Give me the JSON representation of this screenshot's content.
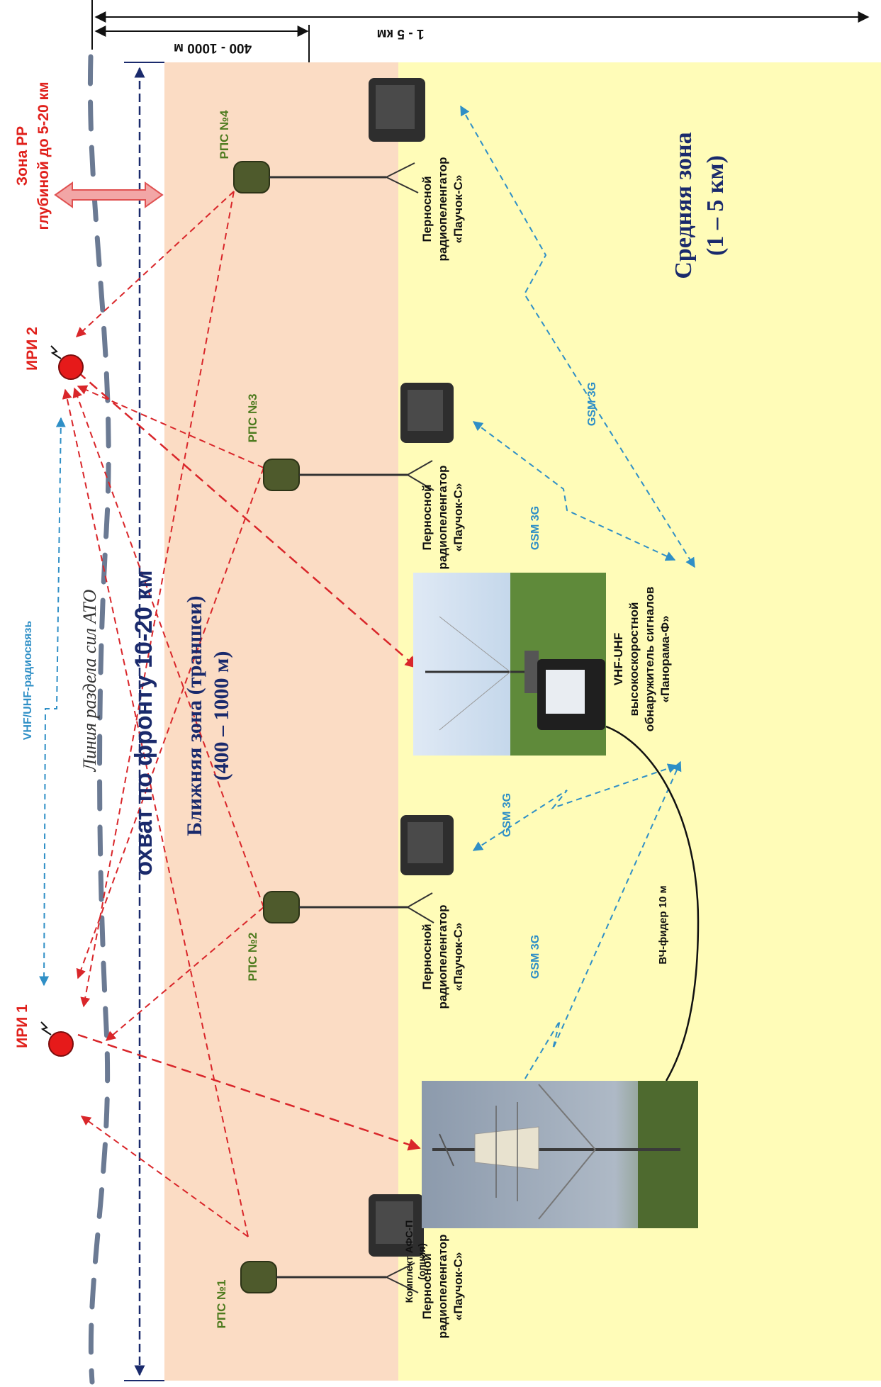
{
  "dimensions": {
    "overall": "1 - 5 км",
    "near": "400 - 1000 м"
  },
  "zones": {
    "near_title": "Ближняя зона (траншеи)",
    "near_range": "(400 – 1000 м)",
    "middle_title": "Средняя зона",
    "middle_range": "(1 – 5 км)"
  },
  "front": {
    "coverage": "охват по фронту 10-20 км",
    "contact_line": "Линия раздела сил АТО"
  },
  "rr_zone": {
    "line1": "Зона РР",
    "line2": "глубиной до 5-20 км"
  },
  "emitters": [
    {
      "label": "ИРИ 2"
    },
    {
      "label": "ИРИ 1"
    }
  ],
  "vhf_link": "VHF/UHF-радиосвязь",
  "rps": [
    {
      "label": "РПС №4"
    },
    {
      "label": "РПС №3"
    },
    {
      "label": "РПС №2"
    },
    {
      "label": "РПС №1"
    }
  ],
  "portable_df": {
    "line1": "Перносной",
    "line2": "радиопеленгатор",
    "line3": "«Паучок-С»"
  },
  "gsm": "GSM 3G",
  "detector": {
    "line1": "VHF-UHF",
    "line2": "высокоскоростной",
    "line3": "обнаружитель сигналов",
    "line4": "«Панорама-Ф»"
  },
  "feeder": "ВЧ-фидер 10 м",
  "afs": {
    "line1": "Комплект АФС-П",
    "line2": "(опция)"
  },
  "colors": {
    "near_zone": "#fbdcc4",
    "middle_zone": "#fffcb8",
    "emitter": "#e61a1a",
    "red_link": "#d9262a",
    "blue_link": "#2f8fc6",
    "navy": "#1a2a6c"
  }
}
